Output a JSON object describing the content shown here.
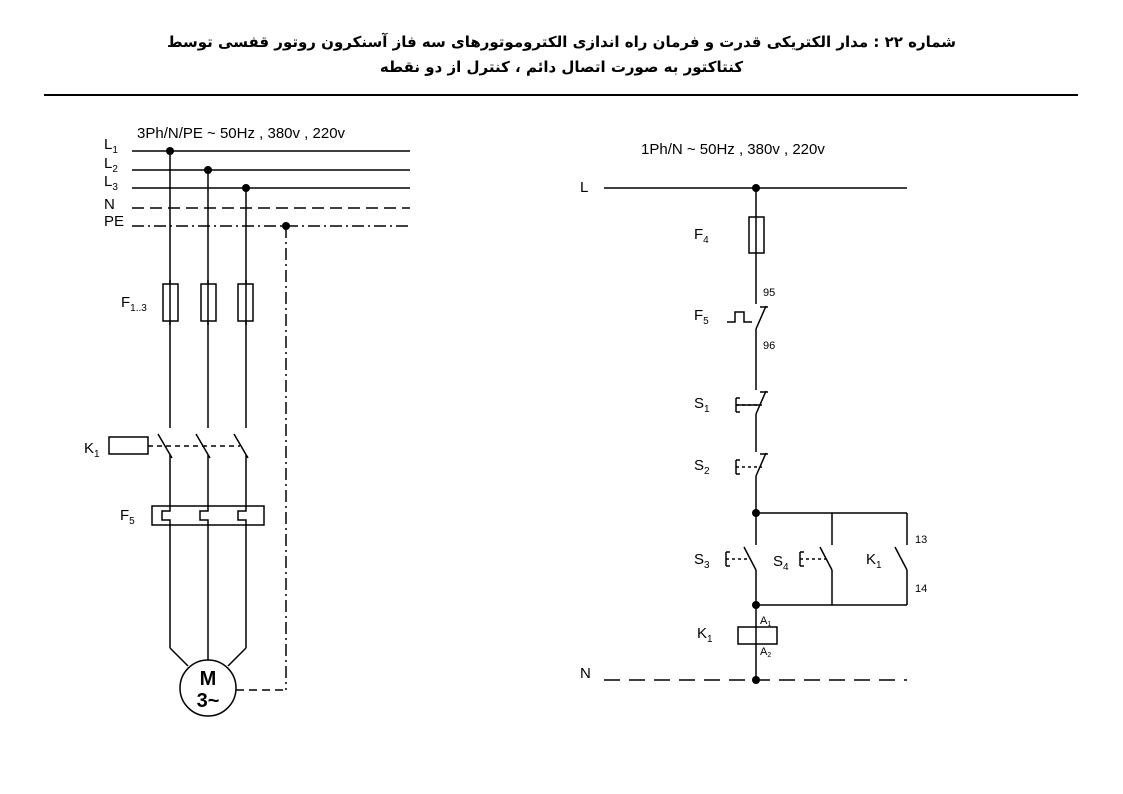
{
  "title": {
    "line1": "شماره ۲۲ : مدار الکتریکی قدرت و فرمان راه اندازی الکتروموتورهای سه فاز آسنکرون روتور قفسی توسط",
    "line2": "کنتاکتور به صورت اتصال دائم ، کنترل از دو نقطه"
  },
  "power": {
    "supply": "3Ph/N/PE ~ 50Hz , 380v , 220v",
    "lines": [
      {
        "main": "L",
        "sub": "1"
      },
      {
        "main": "L",
        "sub": "2"
      },
      {
        "main": "L",
        "sub": "3"
      },
      {
        "main": "N",
        "sub": ""
      },
      {
        "main": "PE",
        "sub": ""
      }
    ],
    "fuse": {
      "main": "F",
      "sub": "1..3"
    },
    "contactor": {
      "main": "K",
      "sub": "1"
    },
    "overload": {
      "main": "F",
      "sub": "5"
    },
    "motor": {
      "line1": "M",
      "line2": "3~"
    }
  },
  "control": {
    "supply": "1Ph/N ~ 50Hz , 380v , 220v",
    "L": "L",
    "N": "N",
    "fuse": {
      "main": "F",
      "sub": "4"
    },
    "overload": {
      "main": "F",
      "sub": "5",
      "t1": "95",
      "t2": "96"
    },
    "stop1": {
      "main": "S",
      "sub": "1"
    },
    "stop2": {
      "main": "S",
      "sub": "2"
    },
    "start1": {
      "main": "S",
      "sub": "3"
    },
    "start2": {
      "main": "S",
      "sub": "4"
    },
    "holding": {
      "main": "K",
      "sub": "1",
      "t1": "13",
      "t2": "14"
    },
    "coil": {
      "main": "K",
      "sub": "1",
      "a1": "A",
      "a1sub": "1",
      "a2": "A",
      "a2sub": "2"
    }
  }
}
